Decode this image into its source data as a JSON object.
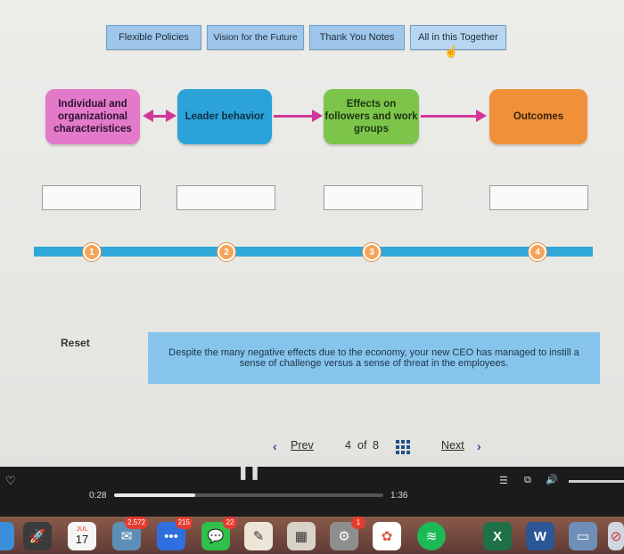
{
  "options": [
    {
      "label": "Flexible Policies"
    },
    {
      "label": "Vision for the Future"
    },
    {
      "label": "Thank You Notes"
    },
    {
      "label": "All in this Together"
    }
  ],
  "process": {
    "box1": "Individual and organizational characteristices",
    "box2": "Leader behavior",
    "box3": "Effects on followers and work groups",
    "box4": "Outcomes"
  },
  "timeline": {
    "nodes": [
      "1",
      "2",
      "3",
      "4"
    ]
  },
  "reset_label": "Reset",
  "feedback_text": "Despite the many negative effects due to the economy, your new CEO has managed to instill a sense of challenge versus a sense of threat in the employees.",
  "pager": {
    "prev_label": "Prev",
    "current": "4",
    "of_label": "of",
    "total": "8",
    "next_label": "Next"
  },
  "video": {
    "elapsed": "0:28",
    "remaining": "1:36",
    "progress": 0.3
  },
  "dock": {
    "calendar_month": "JUL",
    "calendar_day": "17",
    "mail_badge": "2,572",
    "podcasts_badge": "215",
    "messages_badge": "22",
    "calendar_badge": "1"
  },
  "colors": {
    "box1": "#e379c9",
    "box2": "#2ba3d9",
    "box3": "#7cc54a",
    "box4": "#f0913a",
    "arrow": "#d2369a",
    "timeline": "#2fa7d9",
    "node": "#f4a45a"
  }
}
